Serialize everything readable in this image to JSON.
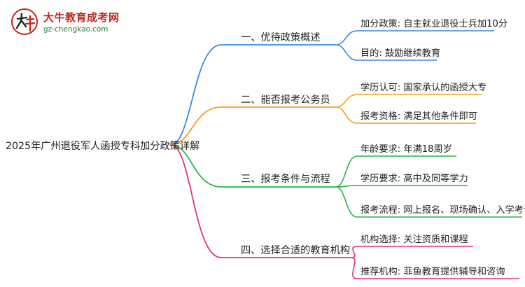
{
  "logo": {
    "title": "大牛教育成考网",
    "url": "gz-chengkao.com"
  },
  "root": {
    "label": "2025年广州退役军人函授专科加分政策详解"
  },
  "branches": [
    {
      "label": "一、优待政策概述",
      "color": "#3a86e8",
      "children": [
        {
          "label": "加分政策: 自主就业退役士兵加10分"
        },
        {
          "label": "目的: 鼓励继续教育"
        }
      ]
    },
    {
      "label": "二、能否报考公务员",
      "color": "#f0a21a",
      "children": [
        {
          "label": "学历认可: 国家承认的函授大专"
        },
        {
          "label": "报考资格: 满足其他条件即可"
        }
      ]
    },
    {
      "label": "三、报考条件与流程",
      "color": "#29b44a",
      "children": [
        {
          "label": "年龄要求: 年满18周岁"
        },
        {
          "label": "学历要求: 高中及同等学力"
        },
        {
          "label": "报考流程: 网上报名、现场确认、入学考试"
        }
      ]
    },
    {
      "label": "四、选择合适的教育机构",
      "color": "#e8336b",
      "children": [
        {
          "label": "机构选择: 关注资质和课程"
        },
        {
          "label": "推荐机构: 菲鱼教育提供辅导和咨询"
        }
      ]
    }
  ]
}
